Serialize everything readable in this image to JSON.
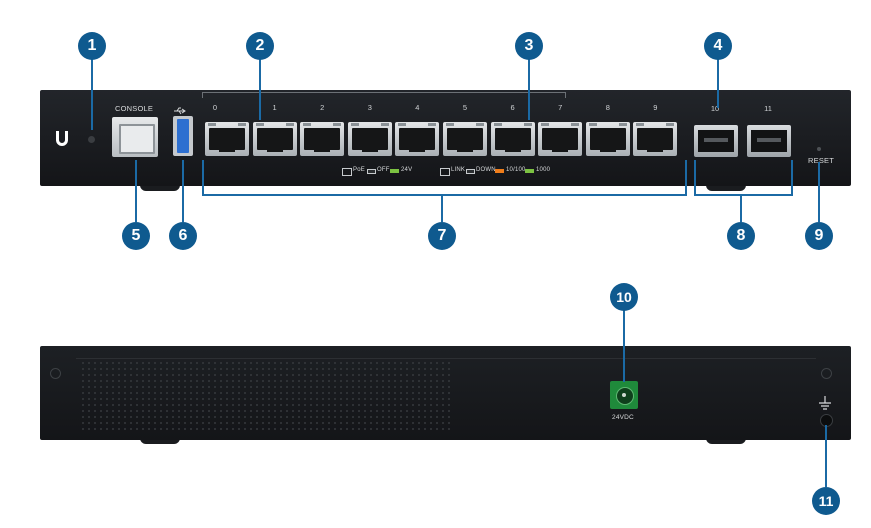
{
  "front": {
    "console_label": "CONSOLE",
    "usb_icon_name": "usb-icon",
    "logo_name": "ubiquiti-logo",
    "port_numbers": [
      "0",
      "1",
      "2",
      "3",
      "4",
      "5",
      "6",
      "7",
      "8",
      "9"
    ],
    "sfp_numbers": [
      "10",
      "11"
    ],
    "reset_label": "RESET",
    "legend_poe": {
      "title": "PoE",
      "items": [
        {
          "label": "OFF",
          "color": "#2b2e31"
        },
        {
          "label": "24V",
          "color": "#7cc242"
        }
      ]
    },
    "legend_link": {
      "title": "LINK",
      "items": [
        {
          "label": "DOWN",
          "color": "#2b2e31"
        },
        {
          "label": "10/100",
          "color": "#f07d1a"
        },
        {
          "label": "1000",
          "color": "#7cc242"
        }
      ]
    }
  },
  "back": {
    "power_label": "24VDC",
    "ground_icon_name": "ground-icon"
  },
  "callouts": [
    "1",
    "2",
    "3",
    "4",
    "5",
    "6",
    "7",
    "8",
    "9",
    "10",
    "11"
  ],
  "colors": {
    "callout": "#0f5a8f",
    "leader": "#1b6aa5",
    "chassis": "#17191c",
    "power_jack": "#1f8a3b"
  }
}
